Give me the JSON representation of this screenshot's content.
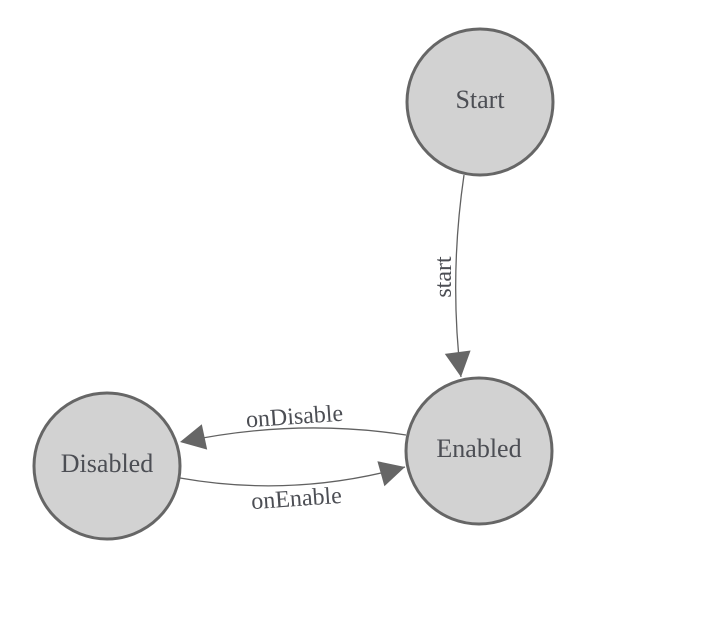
{
  "diagram": {
    "type": "state-machine",
    "colors": {
      "background": "#ffffff",
      "node_fill": "#d2d2d2",
      "node_border": "#666666",
      "edge": "#616161",
      "arrow": "#666666",
      "label": "#4c4e54"
    },
    "nodes": [
      {
        "id": "start",
        "label": "Start"
      },
      {
        "id": "enabled",
        "label": "Enabled"
      },
      {
        "id": "disabled",
        "label": "Disabled"
      }
    ],
    "edges": [
      {
        "from": "start",
        "to": "enabled",
        "label": "start"
      },
      {
        "from": "enabled",
        "to": "disabled",
        "label": "onDisable"
      },
      {
        "from": "disabled",
        "to": "enabled",
        "label": "onEnable"
      }
    ]
  }
}
